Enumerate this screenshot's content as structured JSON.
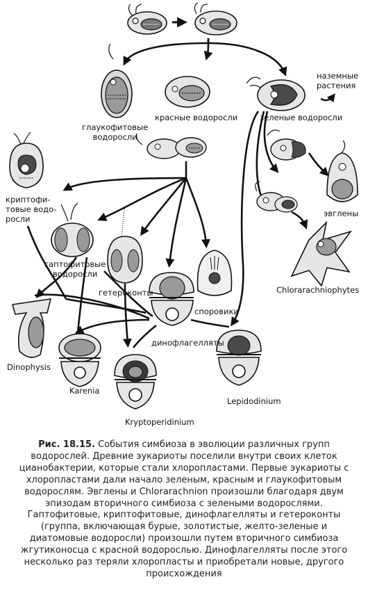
{
  "labels": {
    "land_plants": "наземные\nрастения",
    "glaucophytes": "глаукофитовые\nводоросли",
    "red_algae": "красные водоросли",
    "green_algae": "зеленые водоросли",
    "cryptophytes": "криптофи-\nтовые водо-\nросли",
    "euglenids": "эвглены",
    "haptophytes": "гаптофитовые\nводоросли",
    "heterokonts": "гетероконты",
    "sporozoa": "споровики",
    "chlorarachniophytes": "Chlorarachniophytes",
    "dinoflagellates": "динофлагелляты",
    "dinophysis": "Dinophysis",
    "karenia": "Karenia",
    "lepidodinium": "Lepidodinium",
    "kryptoperidinium": "Kryptoperidinium"
  },
  "caption": {
    "number": "Рис. 18.15.",
    "text": " События симбиоза в эволюции различных групп водорослей. Древние эукариоты поселили внутри своих клеток цианобактерии, которые стали хлоропластами. Первые эукариоты с хлоропластами дали начало зеленым, красным и глаукофитовым водорослям. Эвглены и Chlorarachnion произошли благодаря двум эпизодам вторичного симбиоза с зелеными водорослями. Гаптофитовые, криптофитовые, динофлагелляты и гетероконты (группа, включающая бурые, золотистые, желто-зеленые и диатомовые водоросли) произошли путем вторичного симбиоза жгутиконосца с красной водорослью. Динофлагелляты после этого несколько раз теряли хлоропласты и приобретали новые, другого происхождения"
  },
  "colors": {
    "ink": "#111111",
    "cell_fill": "#e6e6e6",
    "plastid_fill": "#9a9a9a",
    "dark_fill": "#3a3a3a"
  }
}
